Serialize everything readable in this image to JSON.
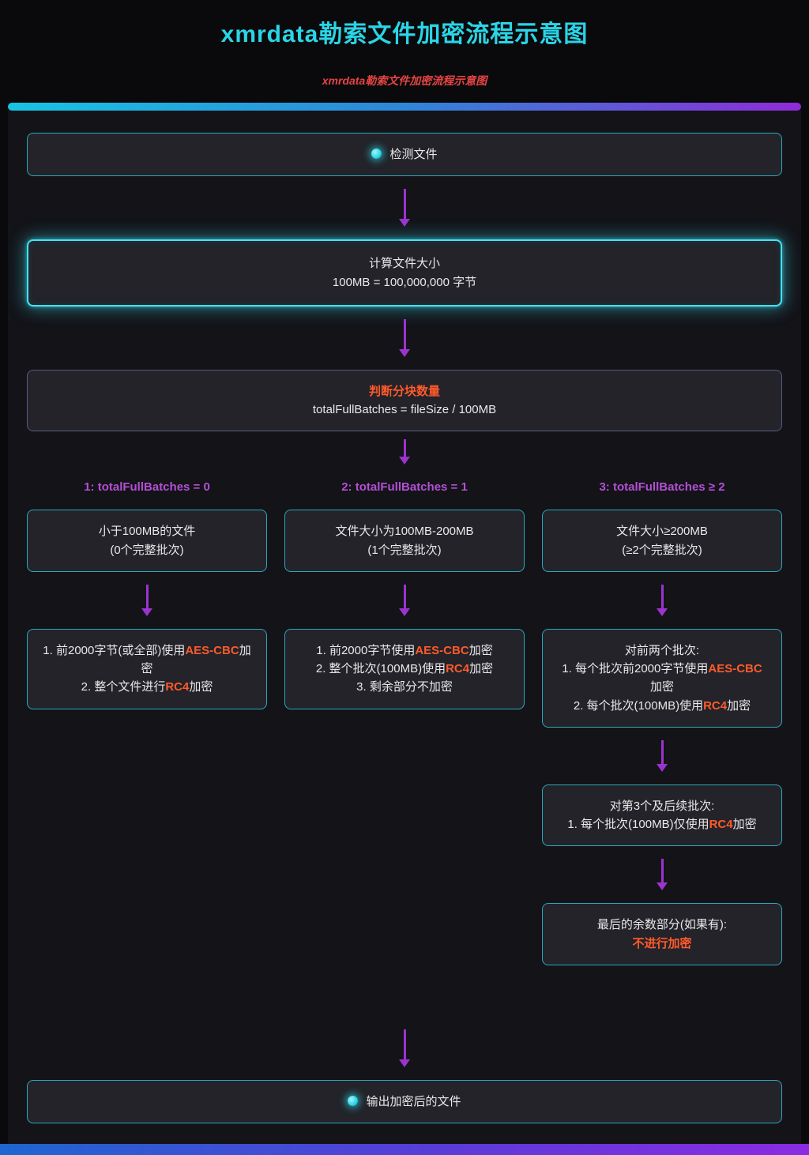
{
  "page": {
    "title": "xmrdata勒索文件加密流程示意图",
    "subtitle": "xmrdata勒索文件加密流程示意图"
  },
  "colors": {
    "accent_cyan": "#2bd4e6",
    "border_cyan": "#2aa8bd",
    "arrow_purple": "#9c33cf",
    "branch_purple": "#b44fd6",
    "highlight_orange": "#ff5a2b",
    "subtitle_red": "#e64444"
  },
  "flow": {
    "detect": {
      "label": "检测文件"
    },
    "calc_size": {
      "line1": "计算文件大小",
      "line2": "100MB = 100,000,000 字节"
    },
    "batch_check": {
      "title": "判断分块数量",
      "formula": "totalFullBatches = fileSize / 100MB"
    },
    "branches": [
      {
        "label": "1: totalFullBatches = 0",
        "condition": {
          "line1": "小于100MB的文件",
          "line2": "(0个完整批次)"
        },
        "action": {
          "lines": [
            {
              "pre": "1. 前2000字节(或全部)使用",
              "hl": "AES-CBC",
              "post": "加密"
            },
            {
              "pre": "2. 整个文件进行",
              "hl": "RC4",
              "post": "加密"
            }
          ]
        }
      },
      {
        "label": "2: totalFullBatches = 1",
        "condition": {
          "line1": "文件大小为100MB-200MB",
          "line2": "(1个完整批次)"
        },
        "action": {
          "lines": [
            {
              "pre": "1. 前2000字节使用",
              "hl": "AES-CBC",
              "post": "加密"
            },
            {
              "pre": "2. 整个批次(100MB)使用",
              "hl": "RC4",
              "post": "加密"
            },
            {
              "pre": "3. 剩余部分不加密"
            }
          ]
        }
      },
      {
        "label": "3: totalFullBatches ≥ 2",
        "condition": {
          "line1": "文件大小≥200MB",
          "line2": "(≥2个完整批次)"
        },
        "action": {
          "lines": [
            {
              "pre": "对前两个批次:"
            },
            {
              "pre": "1. 每个批次前2000字节使用",
              "hl": "AES-CBC",
              "post": "加密"
            },
            {
              "pre": "2. 每个批次(100MB)使用",
              "hl": "RC4",
              "post": "加密"
            }
          ]
        },
        "followup": {
          "lines": [
            {
              "pre": "对第3个及后续批次:"
            },
            {
              "pre": "1. 每个批次(100MB)仅使用",
              "hl": "RC4",
              "post": "加密"
            }
          ]
        },
        "remainder": {
          "line1": "最后的余数部分(如果有):",
          "warn": "不进行加密"
        }
      }
    ],
    "output": {
      "label": "输出加密后的文件"
    }
  }
}
